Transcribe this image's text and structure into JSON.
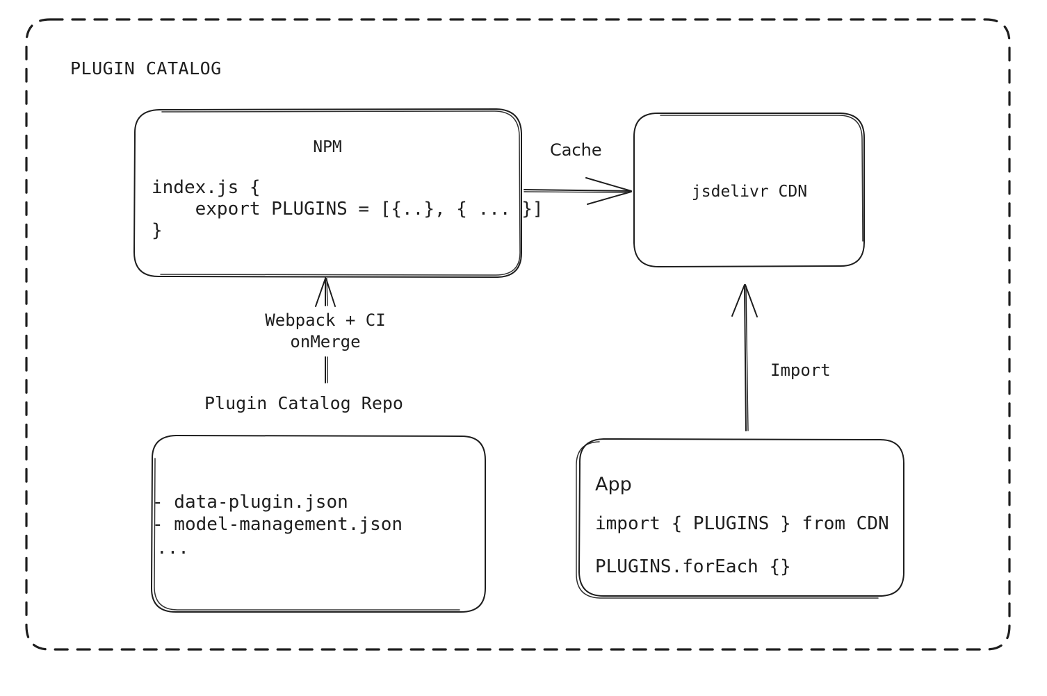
{
  "diagram": {
    "type": "architecture-flow",
    "frame": {
      "label": "PLUGIN CATALOG",
      "style": "dashed-rounded-rectangle"
    },
    "nodes": [
      {
        "id": "npm",
        "title": "NPM",
        "title_font": "mono",
        "lines": [
          "index.js {",
          "    export PLUGINS = [{..}, { ... }]",
          "}"
        ]
      },
      {
        "id": "cdn",
        "title": "jsdelivr CDN",
        "title_font": "mono",
        "lines": []
      },
      {
        "id": "repo",
        "outside_label": "Plugin Catalog Repo",
        "title": "",
        "lines": [
          "- data-plugin.json",
          "- model-management.json",
          "..."
        ]
      },
      {
        "id": "app",
        "title": "App",
        "title_font": "sans",
        "lines": [
          "import { PLUGINS } from CDN",
          "PLUGINS.forEach {}"
        ]
      }
    ],
    "edges": [
      {
        "id": "npm-to-cdn",
        "from": "npm",
        "to": "cdn",
        "label": "Cache",
        "label_font": "sans",
        "direction": "right"
      },
      {
        "id": "repo-to-npm",
        "from": "repo",
        "to": "npm",
        "label_line_1": "Webpack + CI",
        "label_line_2": "onMerge",
        "label_font": "mono",
        "direction": "up"
      },
      {
        "id": "app-to-cdn",
        "from": "app",
        "to": "cdn",
        "label": "Import",
        "label_font": "mono",
        "direction": "up"
      }
    ],
    "colors": {
      "stroke": "#1e1e1e",
      "background": "#ffffff",
      "text": "#1e1e1e"
    }
  }
}
